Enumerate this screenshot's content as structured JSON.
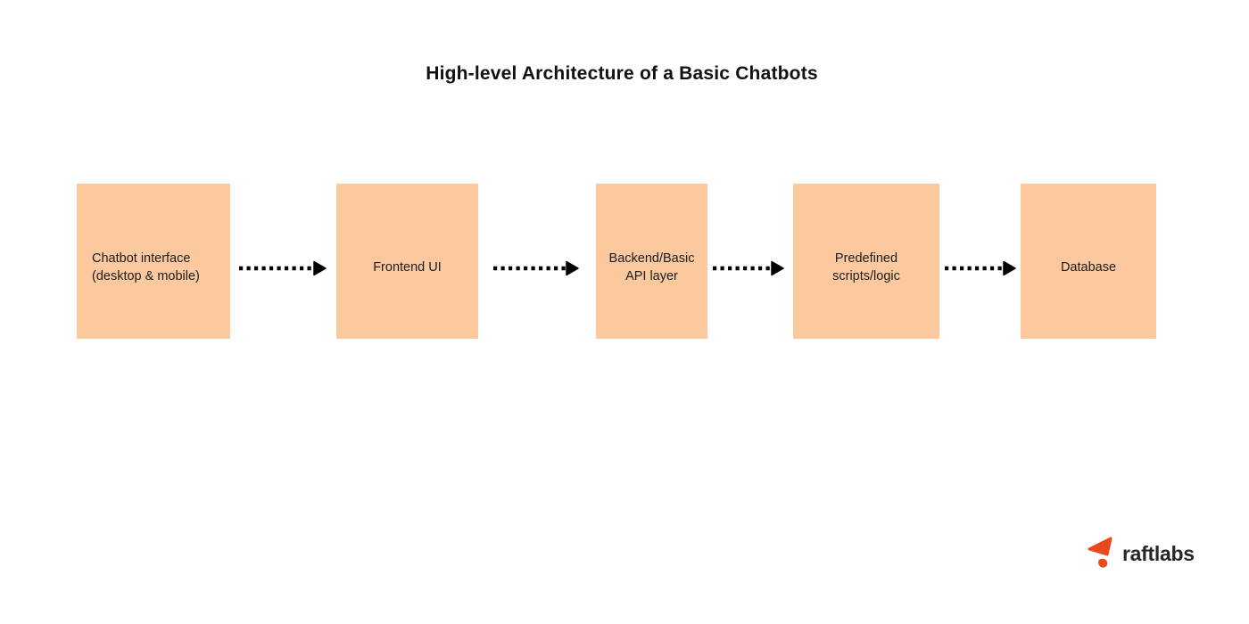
{
  "title": "High-level Architecture of a Basic Chatbots",
  "diagram": {
    "nodes": [
      {
        "label": "Chatbot interface\n(desktop & mobile)"
      },
      {
        "label": "Frontend UI"
      },
      {
        "label": "Backend/Basic\nAPI layer"
      },
      {
        "label": "Predefined\nscripts/logic"
      },
      {
        "label": "Database"
      }
    ],
    "connector_style": "dotted-arrow-right",
    "node_fill_color": "#FCC99E",
    "node_text_color": "#1C1C1F",
    "arrow_color": "#000000"
  },
  "branding": {
    "logo_text": "raftlabs",
    "logo_icon": "raftlabs-arrow-icon",
    "logo_icon_color": "#E8491D",
    "logo_text_color": "#26262B"
  }
}
